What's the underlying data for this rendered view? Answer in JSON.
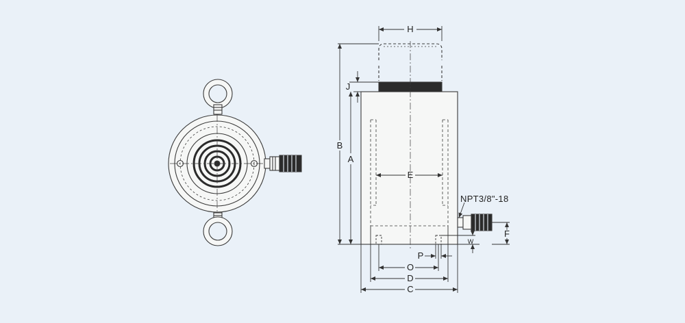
{
  "dimensions": {
    "H": "H",
    "J": "J",
    "B": "B",
    "A": "A",
    "E": "E",
    "F": "F",
    "W": "W",
    "P": "P",
    "O": "O",
    "D": "D",
    "C": "C"
  },
  "port_note": "NPT3/8\"-18",
  "colors": {
    "background": "#eaf1f8",
    "line": "#3a3a3a",
    "fill": "#f6f7f6",
    "dark": "#2b2b2b"
  }
}
